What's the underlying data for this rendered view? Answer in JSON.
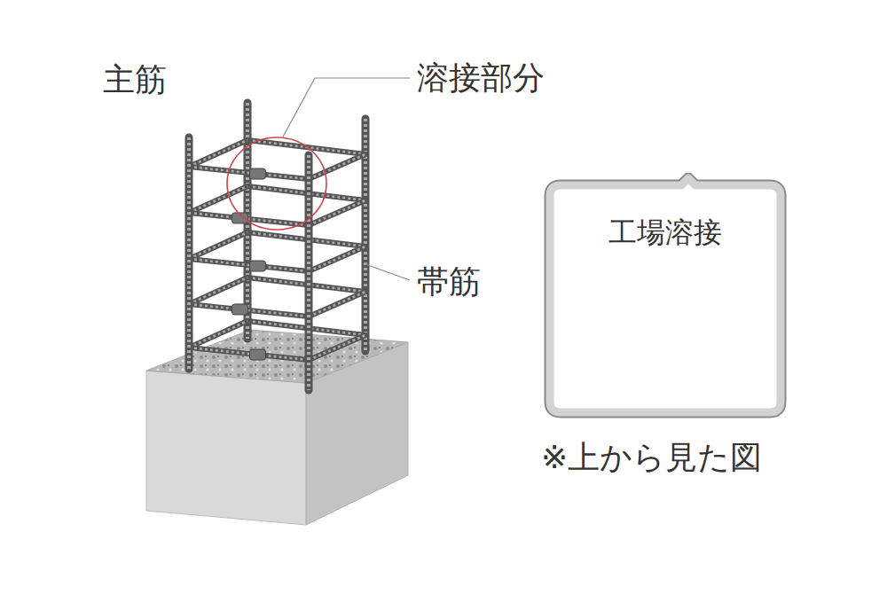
{
  "diagram": {
    "nodes": [
      {
        "text": [
          "工場溶接"
        ]
      }
    ],
    "labels": [
      "主筋",
      "溶接部分",
      "帯筋",
      "※上から見た図"
    ]
  }
}
